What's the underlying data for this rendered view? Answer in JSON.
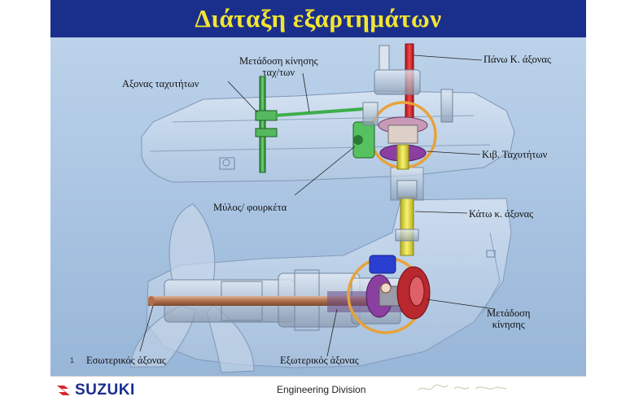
{
  "title": "Διάταξη εξαρτημάτων",
  "labels": {
    "metadosi_kinisis_top": "Μετάδοση κίνησης",
    "metadosi_kinisis_top_2": "ταχ/των",
    "axonas_taxytiton": "Αξονας ταχυτήτων",
    "pano_axonas": "Πάνω Κ. άξονας",
    "kib_taxytiton": "Κιβ. Ταχυτήτων",
    "mylos_fourketa": "Μύλος/ φουρκέτα",
    "kato_axonas": "Κάτω κ. άξονας",
    "metadosi_kinisis_bottom": "Μετάδοση",
    "metadosi_kinisis_bottom_2": "κίνησης",
    "esoterikos_axonas": "Εσωτερικός άξονας",
    "exoterikos_axonas": "Εξωτερικός άξονας"
  },
  "page_number": "1",
  "footer": {
    "brand": "SUZUKI",
    "division": "Engineering Division"
  },
  "colors": {
    "title_bar": "#1a2f8c",
    "title_text": "#f2e531",
    "highlight_ring": "#e8a23a",
    "upper_shaft": "#d8262b",
    "lower_shaft": "#e7df3a",
    "gear_shaft": "#3fae4a",
    "gear_purple": "#8b3fa0",
    "gear_red": "#b8282e",
    "gear_blue": "#2a3fd0"
  },
  "icons": [
    "suzuki-s-logo-icon",
    "signature-mark-icon"
  ]
}
